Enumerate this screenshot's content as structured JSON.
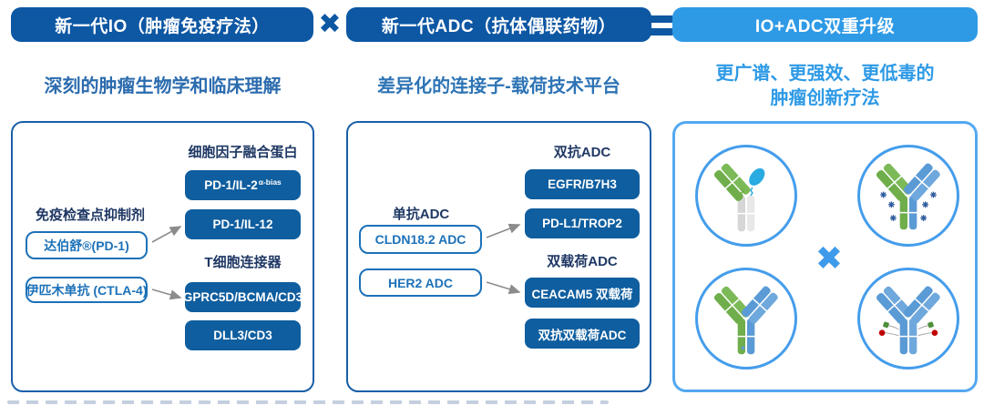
{
  "equation": {
    "io_pill": "新一代IO（肿瘤免疫疗法）",
    "times": "✖",
    "adc_pill": "新一代ADC（抗体偶联药物）",
    "result_pill": "IO+ADC双重升级"
  },
  "subtitles": {
    "io": "深刻的肿瘤生物学和临床理解",
    "adc": "差异化的连接子-载荷技术平台",
    "result_line1": "更广谱、更强效、更低毒的",
    "result_line2": "肿瘤创新疗法"
  },
  "io_panel": {
    "cytokine_group_label": "细胞因子融合蛋白",
    "pd1_il2_label": "PD-1/IL-2",
    "pd1_il2_superscript": "α-bias",
    "pd1_il12_label": "PD-1/IL-12",
    "checkpoint_group_label": "免疫检查点抑制剂",
    "tyvyt_chip_label": "达伯舒®(PD-1)",
    "tcell_engager_group_label": "T细胞连接器",
    "ipilimumab_chip_label": "伊匹木单抗 (CTLA-4)",
    "gprc5d_label": "GPRC5D/BCMA/CD3",
    "dll3_label": "DLL3/CD3"
  },
  "adc_panel": {
    "bispecific_group_label": "双抗ADC",
    "egfr_label": "EGFR/B7H3",
    "mono_group_label": "单抗ADC",
    "pdl1_label": "PD-L1/TROP2",
    "cldn_chip_label": "CLDN18.2 ADC",
    "dual_payload_group_label": "双载荷ADC",
    "her2_chip_label": "HER2 ADC",
    "ceacam5_label": "CEACAM5 双载荷",
    "bispecific_dual_label": "双抗双载荷ADC"
  },
  "result_panel": {
    "times": "✖",
    "icons": [
      "io-cytokine-fusion-antibody-icon",
      "bispecific-adc-antibody-icon",
      "bispecific-antibody-icon",
      "dual-payload-adc-antibody-icon"
    ]
  },
  "colors": {
    "dark_blue": "#0D57A3",
    "button_blue": "#0F5E9F",
    "chip_blue": "#1C71B8",
    "label_navy": "#1F3864",
    "light_blue": "#2E9AE6",
    "panel_border": "#1A5FA8",
    "result_border": "#54A8F0",
    "arrow_gray": "#8C8C8C",
    "antibody_green": "#6FAE4B",
    "antibody_blue": "#5B9BD5",
    "payload_dark_blue": "#2F5C9E",
    "payload_red": "#C00000",
    "payload_green": "#4E8F3A",
    "droplet_blue": "#29ABE2"
  }
}
